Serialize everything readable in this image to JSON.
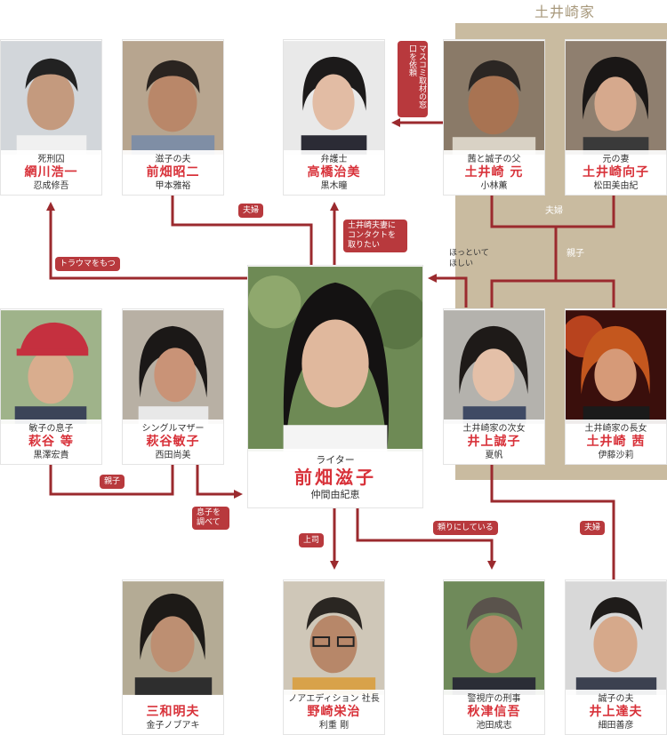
{
  "family": {
    "title": "土井崎家"
  },
  "people": {
    "amikawa": {
      "role": "死刑囚",
      "name": "網川浩一",
      "actor": "忍成修吾"
    },
    "maehata_husband": {
      "role": "滋子の夫",
      "name": "前畑昭二",
      "actor": "甲本雅裕"
    },
    "takahashi": {
      "role": "弁護士",
      "name": "高橋治美",
      "actor": "黒木瞳"
    },
    "doizaki_gen": {
      "role": "茜と誠子の父",
      "name": "土井崎 元",
      "actor": "小林薫"
    },
    "doizaki_kouko": {
      "role": "元の妻",
      "name": "土井崎向子",
      "actor": "松田美由紀"
    },
    "hagiya_hitoshi": {
      "role": "敏子の息子",
      "name": "萩谷 等",
      "actor": "黒澤宏貴"
    },
    "hagiya_toshiko": {
      "role": "シングルマザー",
      "name": "萩谷敏子",
      "actor": "西田尚美"
    },
    "maehata_shigeko": {
      "role": "ライター",
      "name": "前畑滋子",
      "actor": "仲間由紀恵"
    },
    "inoue_seiko": {
      "role": "土井崎家の次女",
      "name": "井上誠子",
      "actor": "夏帆"
    },
    "doizaki_akane": {
      "role": "土井崎家の長女",
      "name": "土井崎 茜",
      "actor": "伊藤沙莉"
    },
    "miwa": {
      "role": "",
      "name": "三和明夫",
      "actor": "金子ノブアキ"
    },
    "nozaki": {
      "role": "ノアエディション 社長",
      "name": "野崎栄治",
      "actor": "利重 剛"
    },
    "akitsu": {
      "role": "警視庁の刑事",
      "name": "秋津信吾",
      "actor": "池田成志"
    },
    "inoue_tatsuo": {
      "role": "誠子の夫",
      "name": "井上達夫",
      "actor": "細田善彦"
    }
  },
  "relations": {
    "mass_media": "マスコミ取材の窓口を依頼",
    "fuufu_top": "夫婦",
    "contact": "土井崎夫妻にコンタクトを取りたい",
    "fuufu_family": "夫婦",
    "hottoite": "ほっといてほしい",
    "oyako_family": "親子",
    "trauma": "トラウマをもつ",
    "oyako_hagiya": "親子",
    "musuko": "息子を調べて",
    "joushi": "上司",
    "tayori": "頼りにしている",
    "fuufu_inoue": "夫婦"
  },
  "colors": {
    "accent": "#d8323a",
    "line": "#9b2a2e",
    "family_bg": "#c9bba0"
  }
}
